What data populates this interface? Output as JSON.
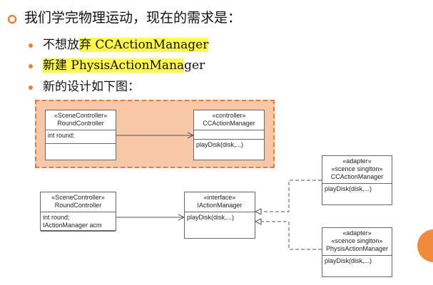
{
  "slide": {
    "heading": "我们学完物理运动，现在的需求是：",
    "bullets": [
      {
        "pre": "不想放",
        "hl": "弃 CCActionManager",
        "post": ""
      },
      {
        "pre": "",
        "hl": "新建 PhysisActionMana",
        "post": "ger"
      },
      {
        "pre": "新的设计如下图：",
        "hl": "",
        "post": ""
      }
    ]
  },
  "diagram": {
    "old_round": {
      "stereo": "«SceneController»",
      "name": "RoundController",
      "attrs": "int round;",
      "ops": ""
    },
    "old_manager": {
      "stereo": "«controller»",
      "name": "CCActionManager",
      "attrs": "",
      "ops": "playDisk(disk,...)"
    },
    "round": {
      "stereo": "«SceneController»",
      "name": "RoundController",
      "attr1": "int round;",
      "attr2": "IActionManager acm",
      "ops": ""
    },
    "iface": {
      "stereo": "«interface»",
      "name": "IActionManager",
      "ops": "playDisk(disk,...)"
    },
    "cc_adapter": {
      "stereo1": "«adapter»",
      "stereo2": "«scence singlton»",
      "name": "CCActionManager",
      "ops": "playDisk(disk,...)"
    },
    "phys_adapter": {
      "stereo1": "«adapter»",
      "stereo2": "«scence singlton»",
      "name": "PhysisActionManager",
      "ops": "playDisk(disk,...)"
    }
  },
  "colors": {
    "accent": "#e8823a",
    "highlight": "#fff94f",
    "group_fill": "#f8c7a8"
  }
}
